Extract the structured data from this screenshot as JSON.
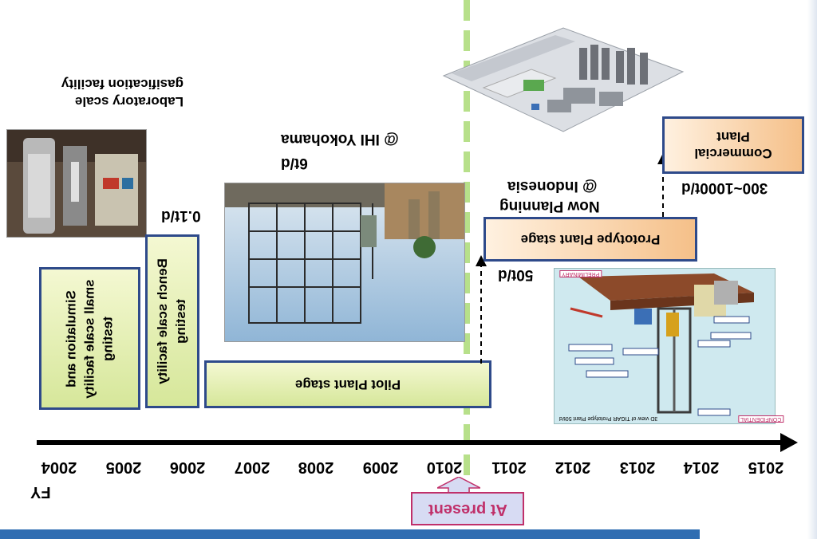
{
  "timeline": {
    "axis_label": "FY",
    "years": [
      "2004",
      "2005",
      "2006",
      "2007",
      "2008",
      "2009",
      "2010",
      "2011",
      "2012",
      "2013",
      "2014",
      "2015"
    ]
  },
  "stages": {
    "simulation": "Simulation and small scale facility testing",
    "bench": "Bench scale facility testing",
    "pilot": "Pilot Plant stage",
    "prototype": "Prototype Plant stage",
    "commercial": "Commercial Plant"
  },
  "labels": {
    "lab_scale": "Laboratory scale gasification facility",
    "bench_capacity": "0.1t/d",
    "pilot_capacity": "6t/d",
    "pilot_location": "@ IHI Yokohama",
    "prototype_capacity": "50t/d",
    "now_planning": "Now Planning",
    "prototype_location": "@ Indonesia",
    "commercial_capacity": "300~1000t/d",
    "at_present": "At present"
  },
  "diagram_labels": {
    "preliminary": "PRELIMINARY",
    "confidential": "CONFIDENTIAL",
    "caption": "3D view of TIGAR Prototype Plant 50t/d"
  },
  "colors": {
    "box_border": "#2e4a8a",
    "green_fill": "#d6e79a",
    "orange_fill": "#f5c089",
    "present_text": "#c0306a",
    "present_fill": "#d7dbf3",
    "present_line": "#b7e08a",
    "bottom_bar": "#2f6db2"
  }
}
